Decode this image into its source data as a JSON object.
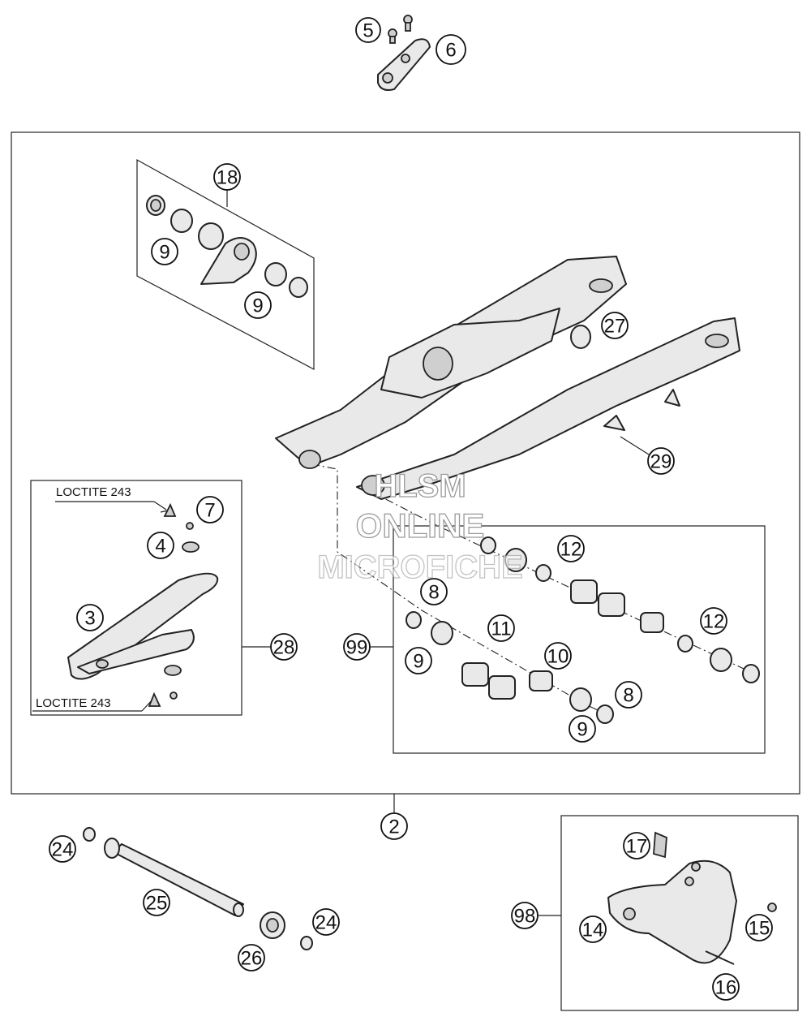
{
  "callouts": {
    "c2": "2",
    "c3": "3",
    "c4": "4",
    "c5": "5",
    "c6": "6",
    "c7": "7",
    "c8a": "8",
    "c8b": "8",
    "c9a": "9",
    "c9b": "9",
    "c9c": "9",
    "c9d": "9",
    "c10": "10",
    "c11": "11",
    "c12a": "12",
    "c12b": "12",
    "c14": "14",
    "c15": "15",
    "c16": "16",
    "c17": "17",
    "c18": "18",
    "c24a": "24",
    "c24b": "24",
    "c25": "25",
    "c26": "26",
    "c27": "27",
    "c28": "28",
    "c29": "29",
    "c98": "98",
    "c99": "99"
  },
  "notes": {
    "loctite_top": "LOCTITE 243",
    "loctite_bottom": "LOCTITE 243"
  },
  "watermark": {
    "line1": "HLSM",
    "line2": "ONLINE",
    "line3": "MICROFICHE"
  }
}
